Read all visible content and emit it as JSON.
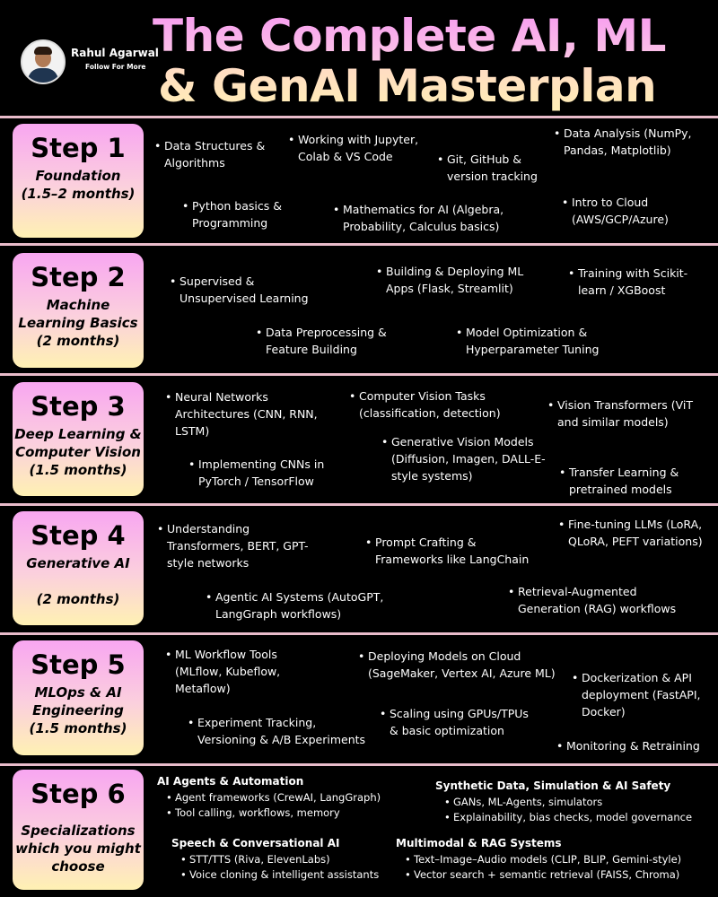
{
  "author": {
    "name": "Rahul Agarwal",
    "tagline": "Follow For More"
  },
  "title": {
    "line1": "The Complete AI, ML",
    "line2": "& GenAI Masterplan"
  },
  "steps": [
    {
      "label": "Step 1",
      "subtitle": "Foundation\n(1.5–2 months)",
      "bullets": [
        "Data Structures &\nAlgorithms",
        "Working with Jupyter,\nColab & VS Code",
        "Git, GitHub &\nversion tracking",
        "Data Analysis (NumPy,\nPandas, Matplotlib)",
        "Python basics &\nProgramming",
        "Mathematics for AI (Algebra,\nProbability, Calculus basics)",
        "Intro to Cloud\n(AWS/GCP/Azure)"
      ]
    },
    {
      "label": "Step 2",
      "subtitle": "Machine\nLearning Basics\n(2 months)",
      "bullets": [
        "Supervised &\nUnsupervised Learning",
        "Building & Deploying ML\nApps (Flask, Streamlit)",
        "Training with Scikit-\nlearn / XGBoost",
        "Data Preprocessing &\nFeature Building",
        "Model Optimization &\nHyperparameter Tuning"
      ]
    },
    {
      "label": "Step 3",
      "subtitle": "Deep Learning &\nComputer Vision\n(1.5 months)",
      "bullets": [
        "Neural Networks\nArchitectures (CNN, RNN,\nLSTM)",
        "Computer Vision Tasks\n(classification, detection)",
        "Vision Transformers (ViT\nand similar models)",
        "Generative Vision Models\n(Diffusion, Imagen, DALL-E-\nstyle systems)",
        "Implementing CNNs in\nPyTorch / TensorFlow",
        "Transfer Learning &\npretrained models"
      ]
    },
    {
      "label": "Step 4",
      "subtitle": "Generative AI\n\n(2 months)",
      "bullets": [
        "Understanding\nTransformers, BERT, GPT-\nstyle networks",
        "Prompt Crafting &\nFrameworks like LangChain",
        "Fine-tuning LLMs (LoRA,\nQLoRA, PEFT variations)",
        "Agentic AI Systems (AutoGPT,\nLangGraph workflows)",
        "Retrieval-Augmented\nGeneration (RAG) workflows"
      ]
    },
    {
      "label": "Step 5",
      "subtitle": "MLOps & AI\nEngineering\n(1.5 months)",
      "bullets": [
        "ML Workflow Tools\n(MLflow, Kubeflow,\nMetaflow)",
        "Deploying Models on Cloud\n(SageMaker, Vertex AI, Azure ML)",
        "Dockerization & API\ndeployment (FastAPI,\nDocker)",
        "Experiment Tracking,\nVersioning & A/B Experiments",
        "Scaling using GPUs/TPUs\n& basic optimization",
        "Monitoring & Retraining"
      ]
    },
    {
      "label": "Step 6",
      "subtitle": "Specializations\nwhich you might\nchoose",
      "groups": [
        {
          "heading": "AI Agents & Automation",
          "bullets": [
            "Agent frameworks (CrewAI, LangGraph)",
            "Tool calling, workflows, memory"
          ]
        },
        {
          "heading": "Synthetic Data, Simulation & AI Safety",
          "bullets": [
            "GANs, ML-Agents, simulators",
            "Explainability, bias checks, model governance"
          ]
        },
        {
          "heading": "Speech & Conversational AI",
          "bullets": [
            "STT/TTS (Riva, ElevenLabs)",
            "Voice cloning & intelligent assistants"
          ]
        },
        {
          "heading": "Multimodal & RAG Systems",
          "bullets": [
            "Text–Image–Audio models (CLIP, BLIP, Gemini-style)",
            "Vector search + semantic retrieval (FAISS, Chroma)"
          ]
        }
      ]
    }
  ]
}
